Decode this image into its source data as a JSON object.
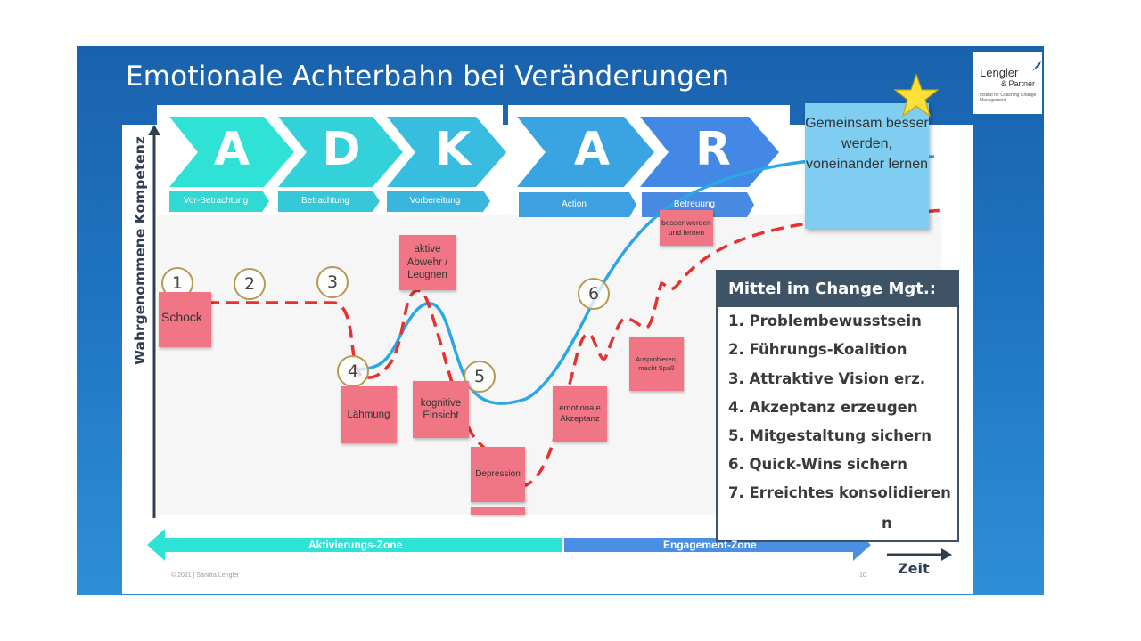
{
  "slide": {
    "title": "Emotionale Achterbahn bei Veränderungen",
    "logo": {
      "name": "Lengler",
      "sub": "& Partner",
      "tagline": "Institut für Coaching Change Management"
    },
    "footer": {
      "copyright": "© 2021 | Sandra Lengler",
      "page": "10"
    }
  },
  "phases": [
    {
      "letter": "A",
      "label": "Vor-Betrachtung"
    },
    {
      "letter": "D",
      "label": "Betrachtung"
    },
    {
      "letter": "K",
      "label": "Vorbereitung"
    },
    {
      "letter": "A",
      "label": "Action"
    },
    {
      "letter": "R",
      "label": "Betreuung"
    }
  ],
  "axes": {
    "y_label": "Wahrgenommene Kompetenz",
    "x_label": "Zeit"
  },
  "markers": [
    "1",
    "2",
    "3",
    "4",
    "5",
    "6"
  ],
  "notes": {
    "schock": "Schock",
    "abwehr": "aktive Abwehr / Leugnen",
    "laehmung": "Lähmung",
    "einsicht": "kognitive Einsicht",
    "depression": "Depression",
    "akzeptanz": "emotionale Akzeptanz",
    "ausprobieren": "Ausprobieren, macht Spaß",
    "besser": "besser werden und lernen"
  },
  "highlight_note": {
    "text": "Gemeinsam besser werden, voneinander lernen"
  },
  "change_mgt": {
    "title": "Mittel im Change Mgt.:",
    "items": [
      "1. Problembewusstsein",
      "2. Führungs-Koalition",
      "3. Attraktive Vision erz.",
      "4. Akzeptanz erzeugen",
      "5. Mitgestaltung sichern",
      "6. Quick-Wins sichern",
      "7. Erreichtes konsolidieren",
      "n"
    ]
  },
  "zones": {
    "left": "Aktivierungs-Zone",
    "right": "Engagement-Zone"
  },
  "colors": {
    "teal": "#2ee3d6",
    "blue": "#3d8fe0",
    "curve": "#2ba7e6",
    "dashed": "#e8302f",
    "note": "#f07585",
    "star": "#fde03a"
  }
}
